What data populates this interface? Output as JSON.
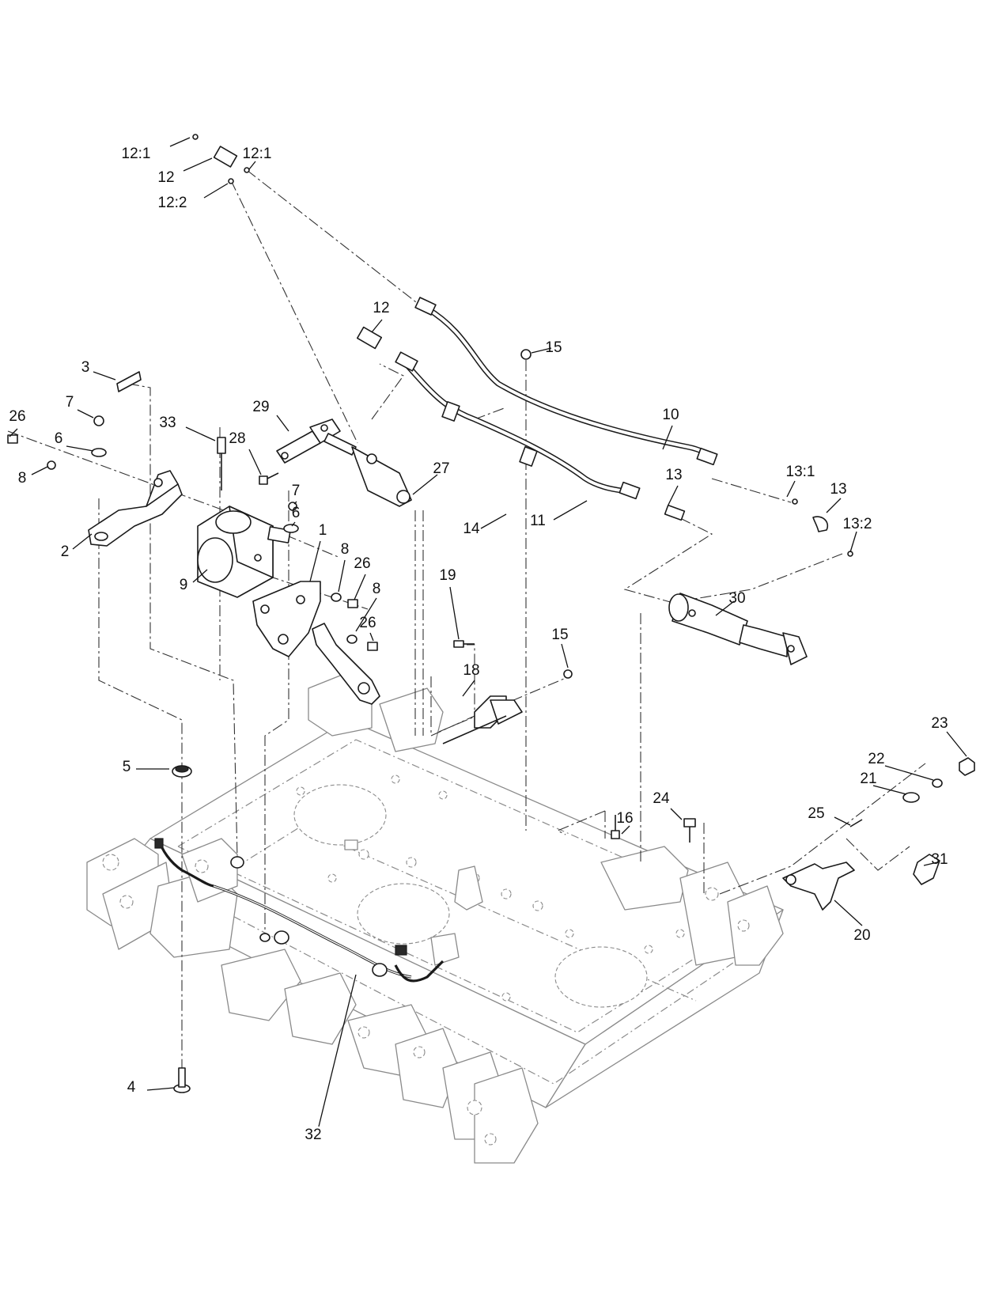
{
  "callouts": [
    {
      "label": "12:1"
    },
    {
      "label": "12"
    },
    {
      "label": "12:1"
    },
    {
      "label": "12:2"
    },
    {
      "label": "12"
    },
    {
      "label": "15"
    },
    {
      "label": "3"
    },
    {
      "label": "7"
    },
    {
      "label": "26"
    },
    {
      "label": "6"
    },
    {
      "label": "8"
    },
    {
      "label": "2"
    },
    {
      "label": "33"
    },
    {
      "label": "29"
    },
    {
      "label": "28"
    },
    {
      "label": "10"
    },
    {
      "label": "27"
    },
    {
      "label": "14"
    },
    {
      "label": "13"
    },
    {
      "label": "13:1"
    },
    {
      "label": "13"
    },
    {
      "label": "11"
    },
    {
      "label": "13:2"
    },
    {
      "label": "7"
    },
    {
      "label": "6"
    },
    {
      "label": "1"
    },
    {
      "label": "8"
    },
    {
      "label": "26"
    },
    {
      "label": "9"
    },
    {
      "label": "8"
    },
    {
      "label": "26"
    },
    {
      "label": "19"
    },
    {
      "label": "30"
    },
    {
      "label": "15"
    },
    {
      "label": "18"
    },
    {
      "label": "23"
    },
    {
      "label": "5"
    },
    {
      "label": "22"
    },
    {
      "label": "21"
    },
    {
      "label": "24"
    },
    {
      "label": "16"
    },
    {
      "label": "25"
    },
    {
      "label": "31"
    },
    {
      "label": "20"
    },
    {
      "label": "4"
    },
    {
      "label": "32"
    }
  ]
}
